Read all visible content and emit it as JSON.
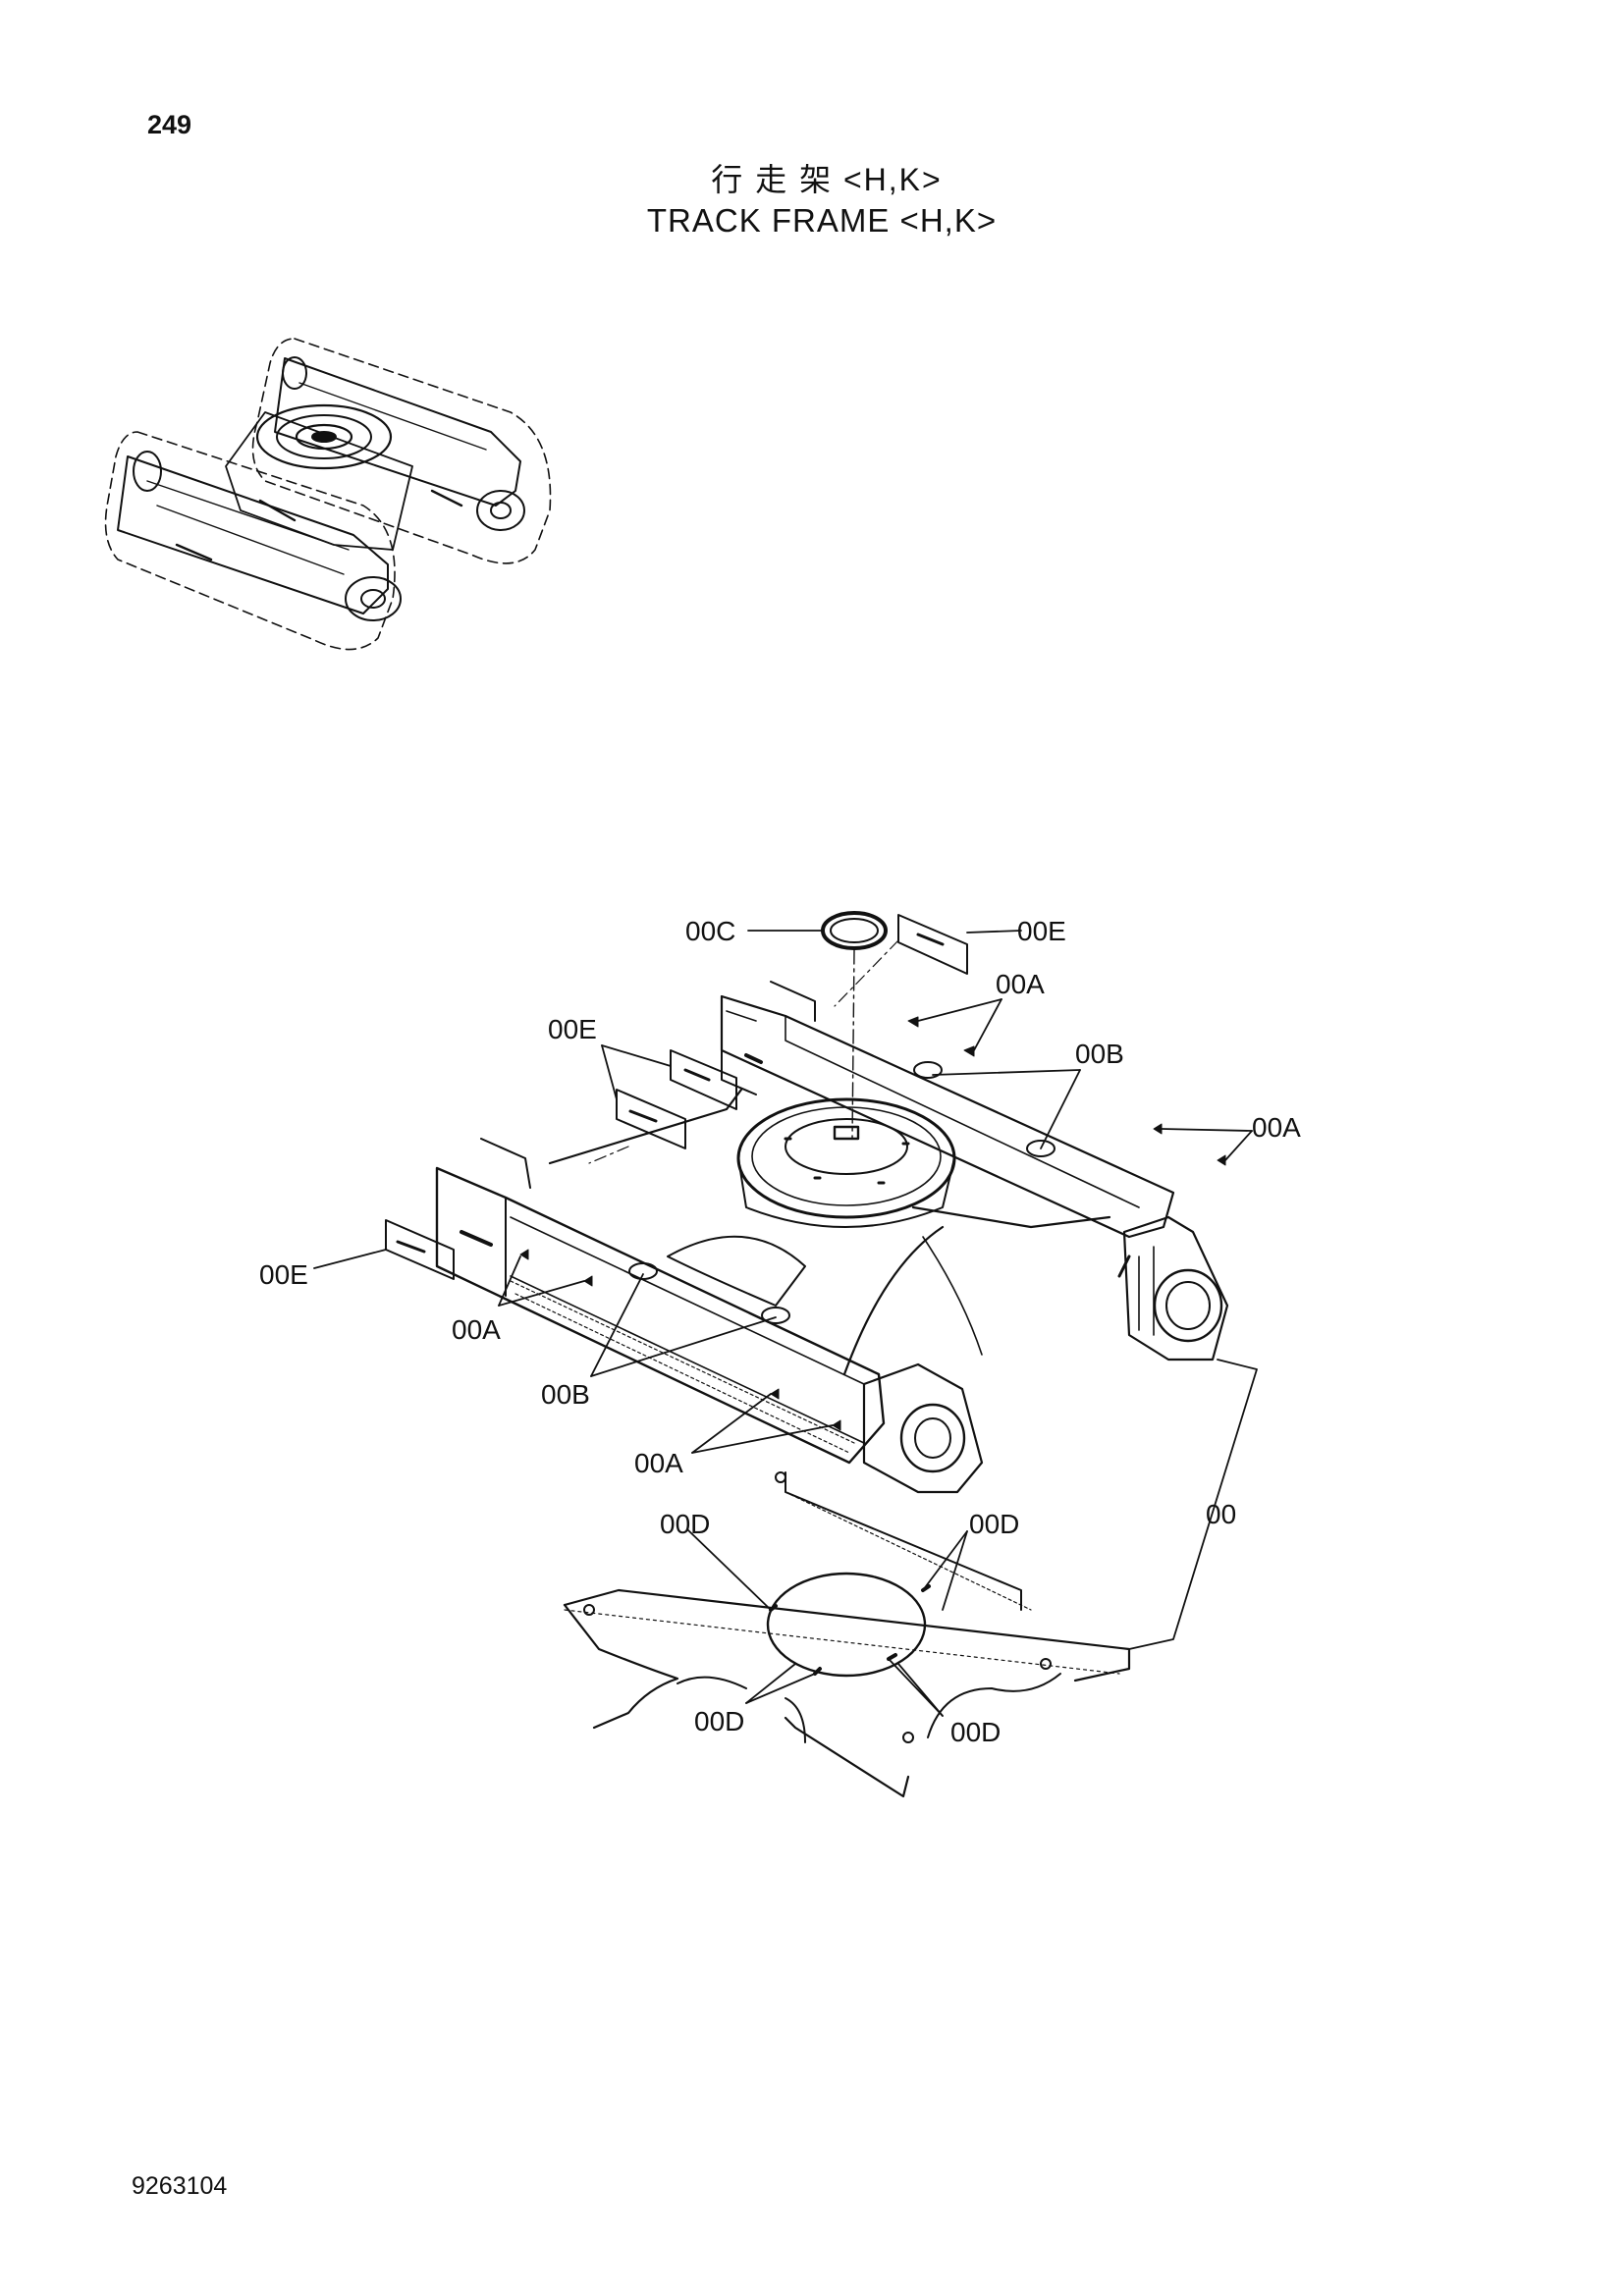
{
  "page": {
    "number": "249",
    "title_cn": "行 走 架 <H,K>",
    "title_en": "TRACK  FRAME <H,K>",
    "doc_code": "9263104"
  },
  "callouts": {
    "c_00C": "00C",
    "e_top": "00E",
    "a_top": "00A",
    "e_mid": "00E",
    "b_top": "00B",
    "a_right": "00A",
    "e_left": "00E",
    "a_left": "00A",
    "b_left": "00B",
    "a_bottom": "00A",
    "d_upper_left": "00D",
    "d_upper_right": "00D",
    "frame_00": "00",
    "d_lower_left": "00D",
    "d_lower_right": "00D"
  }
}
